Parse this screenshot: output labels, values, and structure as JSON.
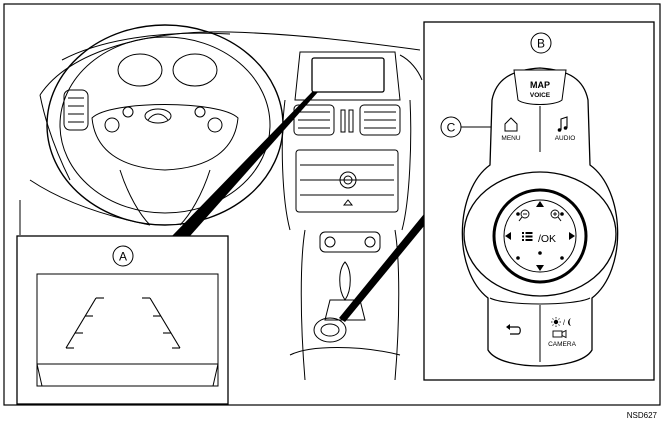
{
  "callouts": {
    "a": "A",
    "b": "B",
    "c": "C"
  },
  "controller": {
    "map_label": "MAP",
    "voice_label": "VOICE",
    "menu_label": "MENU",
    "audio_label": "AUDIO",
    "ok_label": "/OK",
    "camera_label": "CAMERA",
    "day_night_label": "/",
    "icons": {
      "menu": "home-icon",
      "audio": "music-note-icon",
      "back": "back-arrow-icon",
      "camera": "camera-icon",
      "day_night": "sun-moon-icon",
      "zoom_out": "zoom-out-icon",
      "zoom_in": "zoom-in-icon",
      "list": "list-icon"
    }
  },
  "figure_id": "NSD627"
}
